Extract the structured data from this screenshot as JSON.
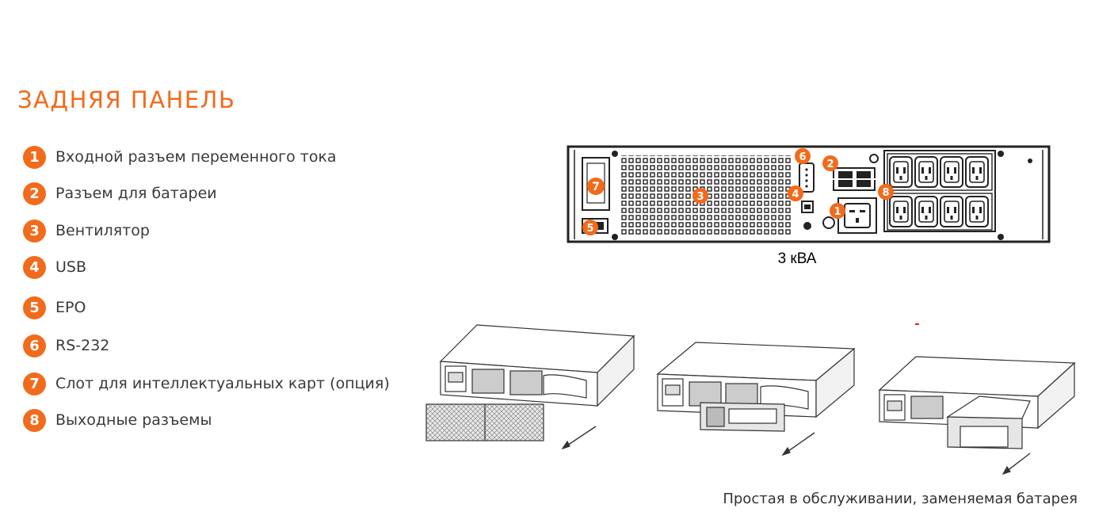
{
  "page": {
    "title": "ЗАДНЯЯ ПАНЕЛЬ"
  },
  "legend": [
    {
      "num": "1",
      "label": "Входной разъем переменного тока"
    },
    {
      "num": "2",
      "label": "Разъем для батареи"
    },
    {
      "num": "3",
      "label": "Вентилятор"
    },
    {
      "num": "4",
      "label": "USB"
    },
    {
      "num": "5",
      "label": "EPO"
    },
    {
      "num": "6",
      "label": "RS-232"
    },
    {
      "num": "7",
      "label": "Слот для интеллектуальных карт (опция)"
    },
    {
      "num": "8",
      "label": "Выходные разъемы"
    }
  ],
  "panel": {
    "model_label": "3 кВА",
    "callouts": [
      "1",
      "2",
      "3",
      "4",
      "5",
      "6",
      "7",
      "8"
    ]
  },
  "caption": "Простая в обслуживании, заменяемая батарея",
  "colors": {
    "accent": "#f26a1b",
    "line": "#222222"
  }
}
